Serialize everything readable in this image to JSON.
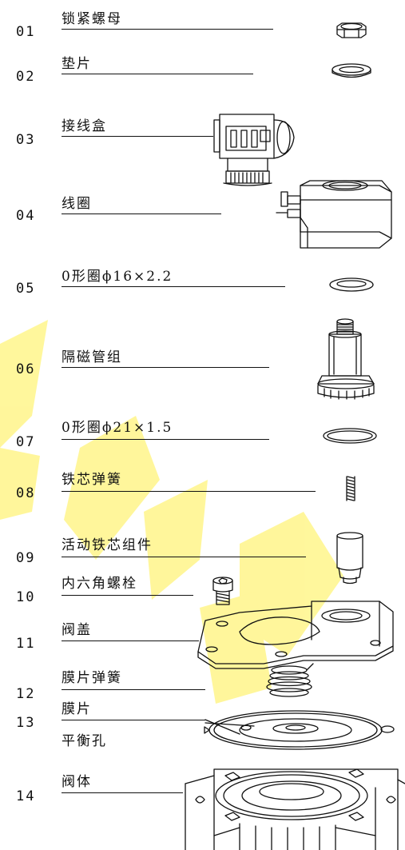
{
  "parts": [
    {
      "num": "01",
      "label": "锁紧螺母"
    },
    {
      "num": "02",
      "label": "垫片"
    },
    {
      "num": "03",
      "label": "接线盒"
    },
    {
      "num": "04",
      "label": "线圈"
    },
    {
      "num": "05",
      "label": "0形圈ϕ16×2.2"
    },
    {
      "num": "06",
      "label": "隔磁管组"
    },
    {
      "num": "07",
      "label": "0形圈ϕ21×1.5"
    },
    {
      "num": "08",
      "label": "铁芯弹簧"
    },
    {
      "num": "09",
      "label": "活动铁芯组件"
    },
    {
      "num": "10",
      "label": "内六角螺栓"
    },
    {
      "num": "11",
      "label": "阀盖"
    },
    {
      "num": "12",
      "label": "膜片弹簧"
    },
    {
      "num": "13",
      "label": "膜片"
    },
    {
      "num": "14",
      "label": "阀体"
    }
  ],
  "extra_label": "平衡孔",
  "watermark_color": "#ffe84d"
}
